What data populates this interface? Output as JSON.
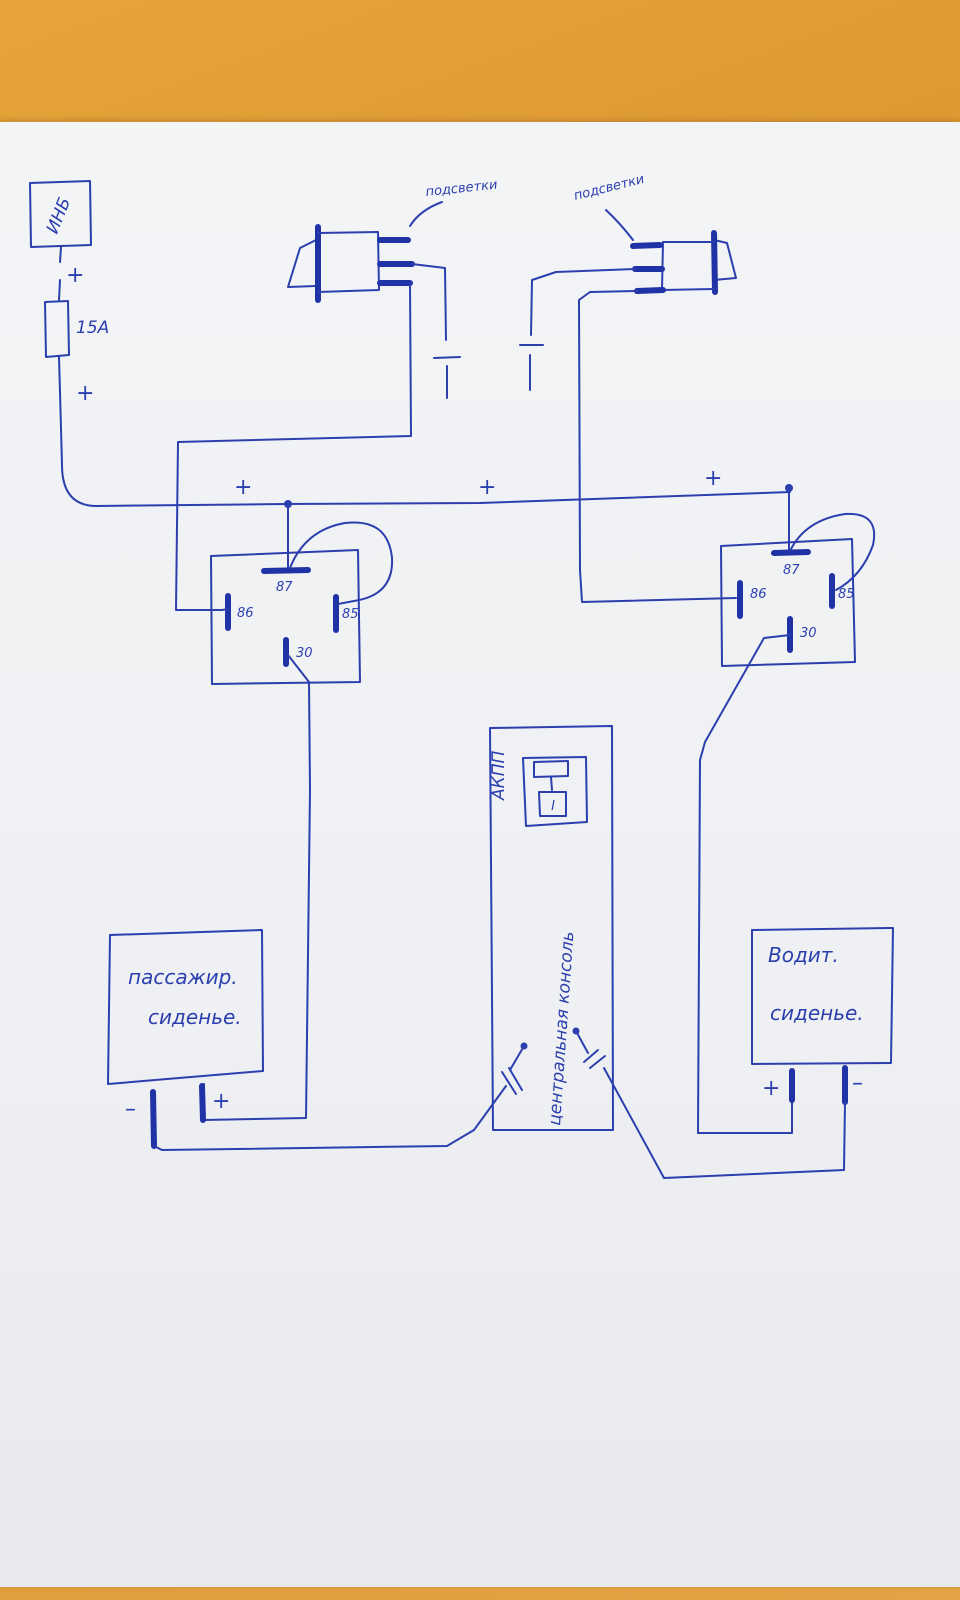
{
  "labels": {
    "ign": "ИНБ",
    "fuse": "15А",
    "plus": "+",
    "minus": "–",
    "backlight_left": "подсветки",
    "backlight_right": "подсветки",
    "relay_87": "87",
    "relay_86": "86",
    "relay_85": "85",
    "relay_30": "30",
    "passenger_seat_line1": "пассажир.",
    "passenger_seat_line2": "сиденье.",
    "driver_seat_line1": "Водит.",
    "driver_seat_line2": "сиденье.",
    "akpp": "АКПП",
    "console": "центральная консоль",
    "selector": "I"
  },
  "colors": {
    "ink": "#2b3fae",
    "paper": "#f2f3f5",
    "desk": "#e3a040"
  }
}
